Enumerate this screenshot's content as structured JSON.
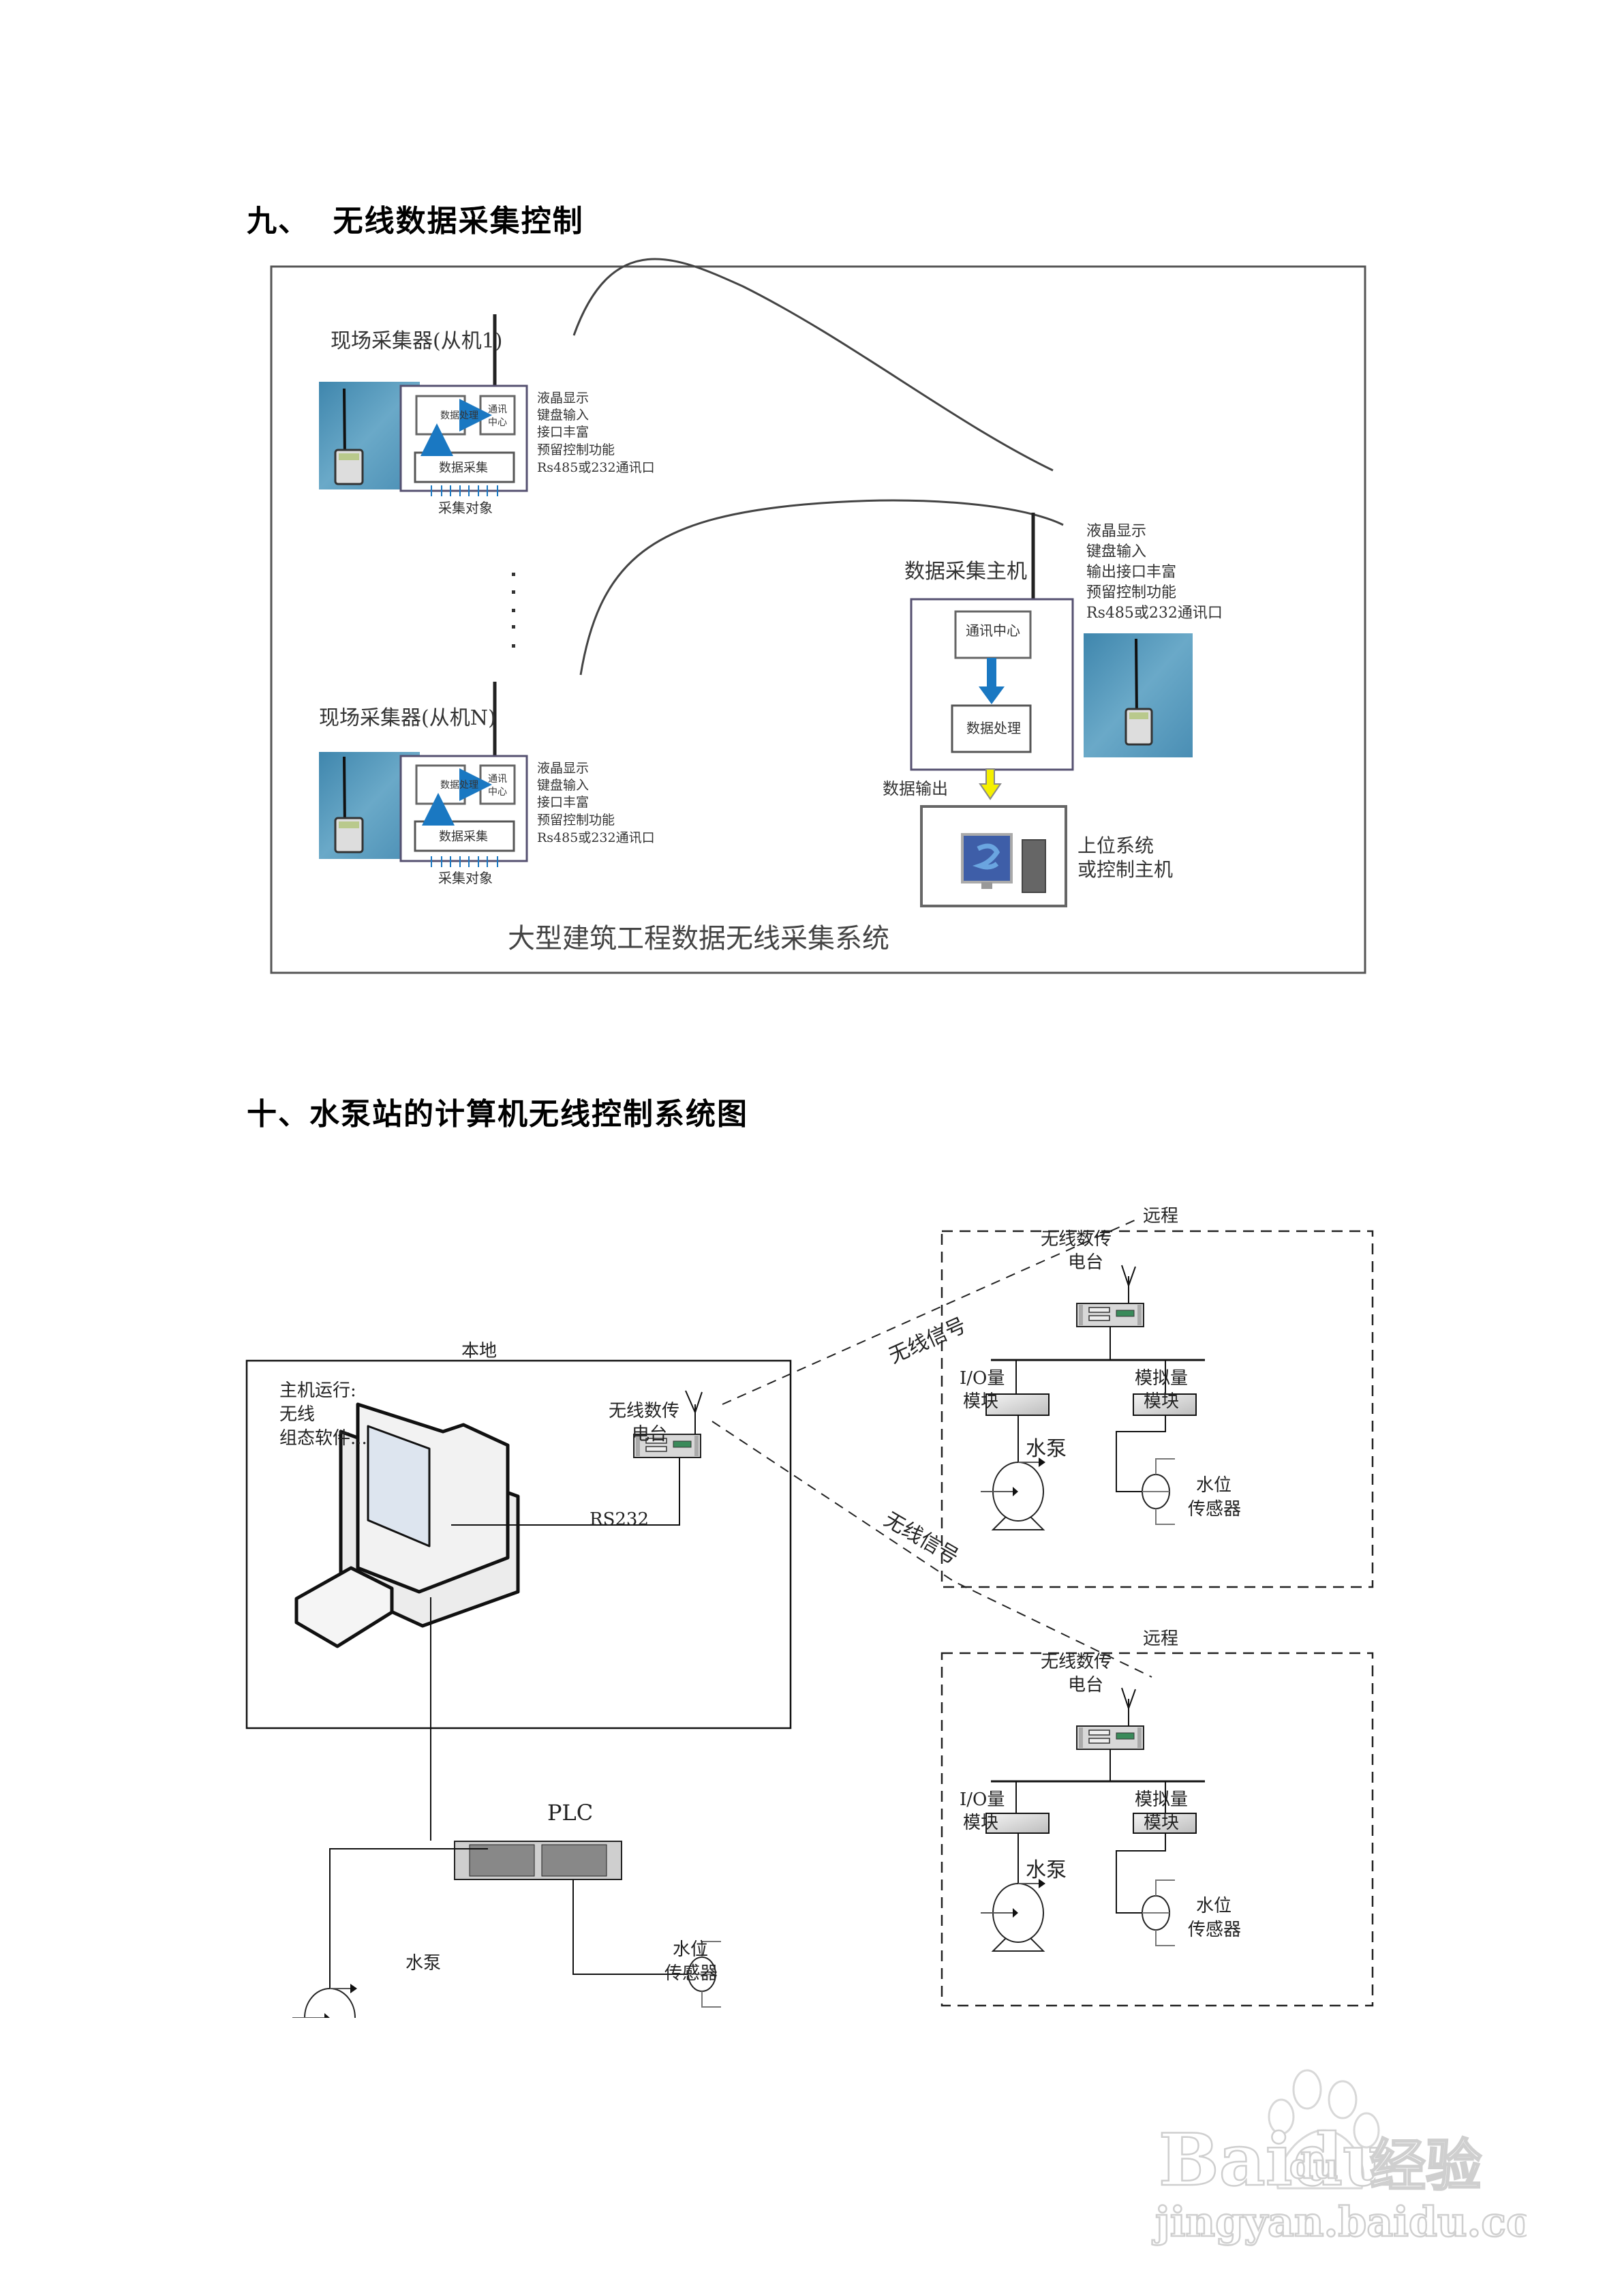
{
  "section9": {
    "heading": "九、  无线数据采集控制",
    "figure": {
      "title": "大型建筑工程数据无线采集系统",
      "slave1": {
        "label": "现场采集器(从机1)",
        "proc_box": "数据处理",
        "comm_box_line1": "通讯",
        "comm_box_line2": "中心",
        "acq_box": "数据采集",
        "input_label": "采集对象",
        "features": [
          "液晶显示",
          "键盘输入",
          "接口丰富",
          "预留控制功能",
          "Rs485或232通讯口"
        ]
      },
      "slaveN": {
        "label": "现场采集器(从机N)",
        "proc_box": "数据处理",
        "comm_box_line1": "通讯",
        "comm_box_line2": "中心",
        "acq_box": "数据采集",
        "input_label": "采集对象",
        "features": [
          "液晶显示",
          "键盘输入",
          "接口丰富",
          "预留控制功能",
          "Rs485或232通讯口"
        ]
      },
      "host": {
        "label": "数据采集主机",
        "comm_box": "通讯中心",
        "proc_box": "数据处理",
        "features": [
          "液晶显示",
          "键盘输入",
          "输出接口丰富",
          "预留控制功能",
          "Rs485或232通讯口"
        ],
        "output_label": "数据输出"
      },
      "upper": {
        "line1": "上位系统",
        "line2": "或控制主机"
      },
      "colors": {
        "blue_arrow": "#1a78c2",
        "yellow_arrow": "#f5f000",
        "photo_bg": "#5b9bbf"
      }
    }
  },
  "section10": {
    "heading": "十、水泵站的计算机无线控制系统图",
    "local": {
      "title": "本地",
      "host_note": [
        "主机运行:",
        "无线",
        "组态软件..."
      ],
      "radio_line1": "无线数传",
      "radio_line2": "电台",
      "rs232": "RS232",
      "plc": "PLC",
      "pump": "水泵",
      "sensor_line1": "水位",
      "sensor_line2": "传感器"
    },
    "signal_label": "无线信号",
    "remotes": [
      {
        "title": "远程",
        "radio_line1": "无线数传",
        "radio_line2": "电台",
        "io_line1": "I/O量",
        "io_line2": "模块",
        "analog_line1": "模拟量",
        "analog_line2": "模块",
        "pump": "水泵",
        "sensor_line1": "水位",
        "sensor_line2": "传感器"
      },
      {
        "title": "远程",
        "radio_line1": "无线数传",
        "radio_line2": "电台",
        "io_line1": "I/O量",
        "io_line2": "模块",
        "analog_line1": "模拟量",
        "analog_line2": "模块",
        "pump": "水泵",
        "sensor_line1": "水位",
        "sensor_line2": "传感器"
      }
    ]
  },
  "watermark": {
    "brand": "Baidu",
    "brand_du": "du",
    "product": "经验",
    "url": "jingyan.baidu.com"
  }
}
